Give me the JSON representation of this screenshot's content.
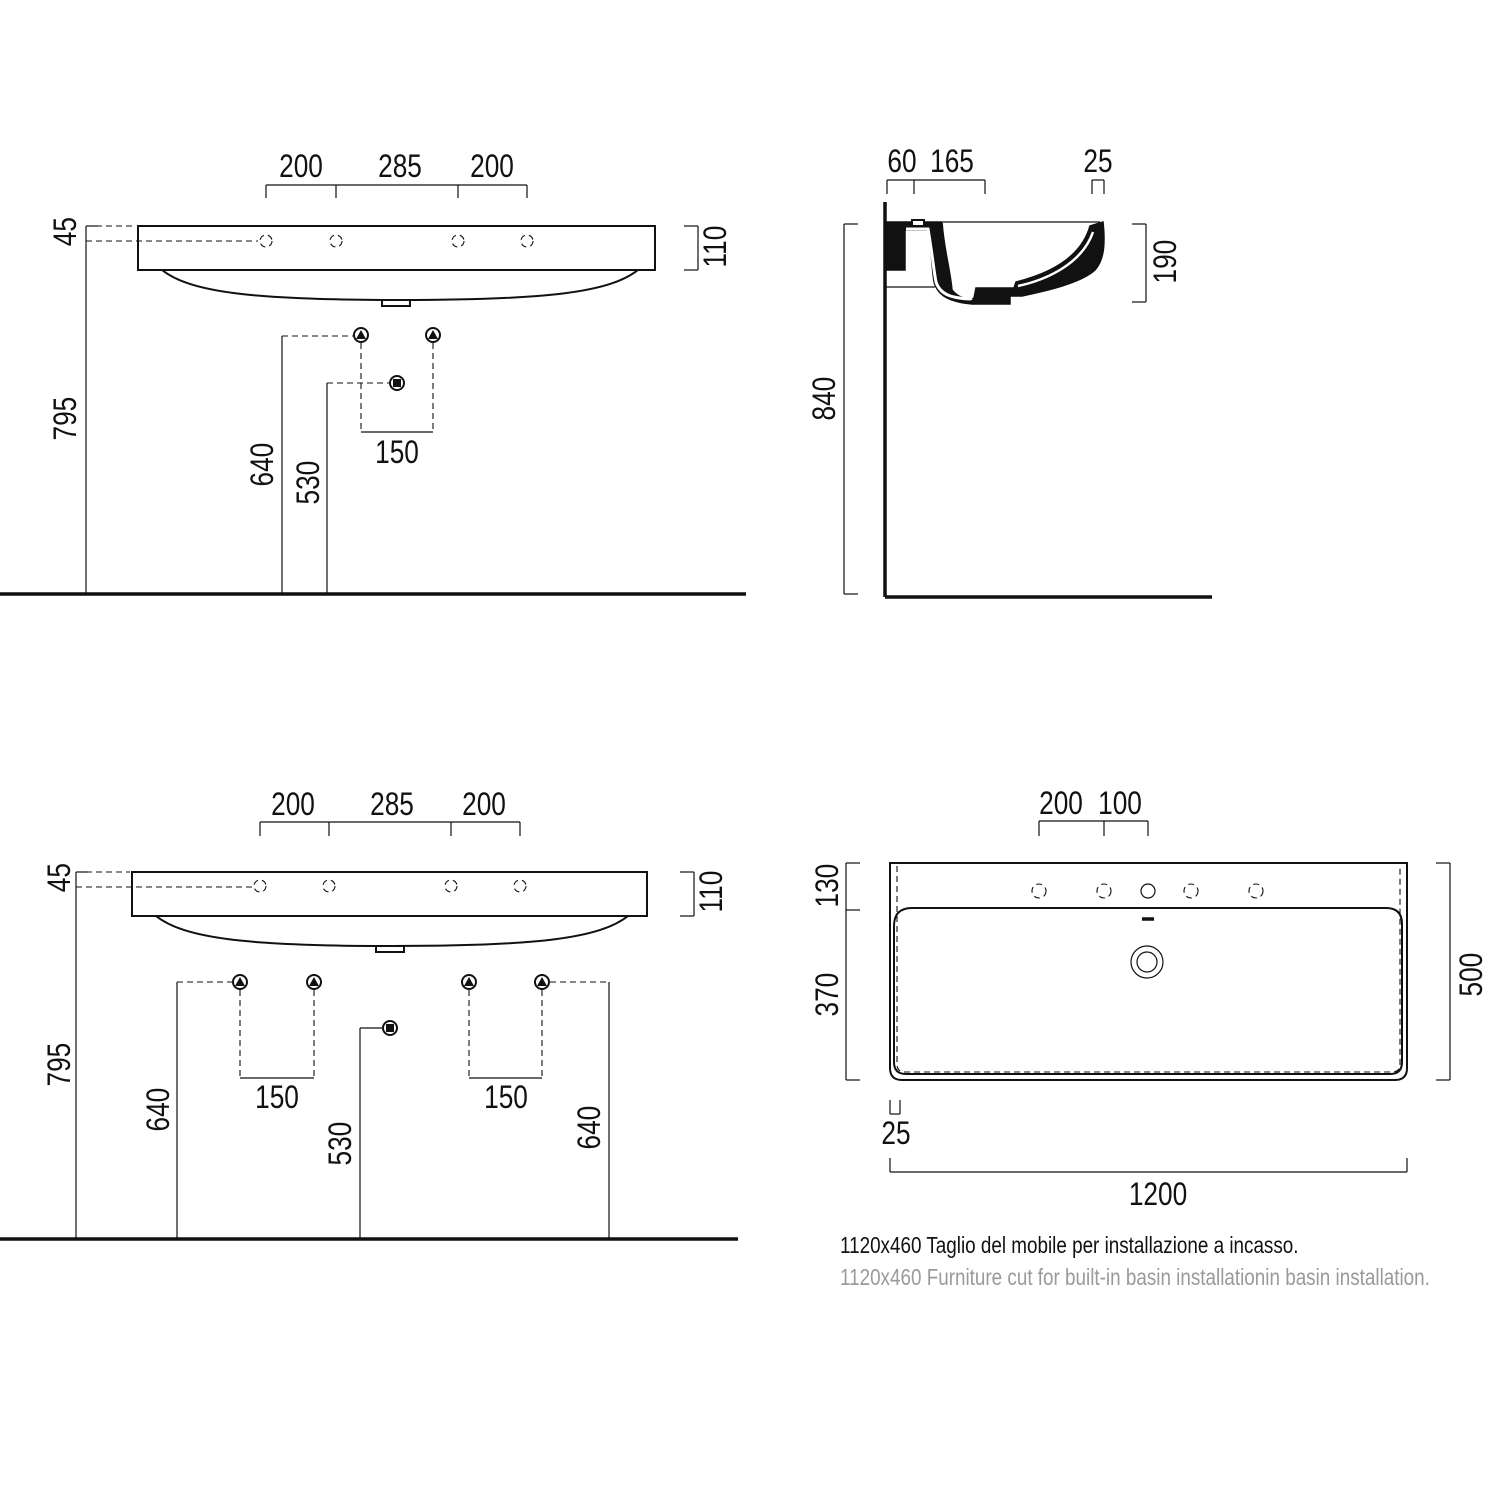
{
  "views": {
    "front_single": {
      "top_dims": [
        "200",
        "285",
        "200"
      ],
      "left_top": "45",
      "right_height": "110",
      "overall_height": "795",
      "supply_height": "640",
      "drain_height": "530",
      "supply_spacing": "150"
    },
    "side": {
      "top_dims": [
        "60",
        "165",
        "25"
      ],
      "overall_height": "840",
      "basin_height": "190"
    },
    "front_double": {
      "top_dims": [
        "200",
        "285",
        "200"
      ],
      "left_top": "45",
      "right_height": "110",
      "overall_height": "795",
      "supply_height_left": "640",
      "supply_height_right": "640",
      "drain_height": "530",
      "supply_spacing_left": "150",
      "supply_spacing_right": "150"
    },
    "plan": {
      "top_dims": [
        "200",
        "100"
      ],
      "left_upper": "130",
      "left_lower": "370",
      "right_depth": "500",
      "rim_offset": "25",
      "overall_width": "1200"
    }
  },
  "captions": {
    "italian": "1120x460 Taglio del mobile per installazione a incasso.",
    "english": "1120x460 Furniture cut for built-in basin installationin basin installation."
  }
}
